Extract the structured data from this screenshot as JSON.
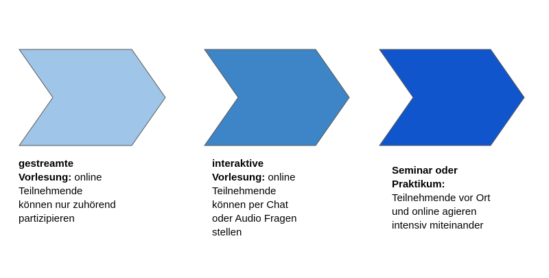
{
  "steps": [
    {
      "color": "#9fc5e8",
      "title_line1": "gestreamte",
      "title_line2": "Vorlesung:",
      "rest_line2": " online",
      "body_lines": [
        "Teilnehmende",
        "können nur zuhörend",
        "partizipieren"
      ]
    },
    {
      "color": "#3d85c6",
      "title_line1": "interaktive",
      "title_line2": "Vorlesung:",
      "rest_line2": " online",
      "body_lines": [
        "Teilnehmende",
        "können per Chat",
        "oder Audio Fragen",
        "stellen"
      ]
    },
    {
      "color": "#1155cc",
      "title_line1": "Seminar oder",
      "title_line2": "Praktikum:",
      "rest_line2": "",
      "body_lines": [
        "Teilnehmende vor Ort",
        "und online agieren",
        "intensiv miteinander"
      ]
    }
  ],
  "outline_color": "#595959"
}
